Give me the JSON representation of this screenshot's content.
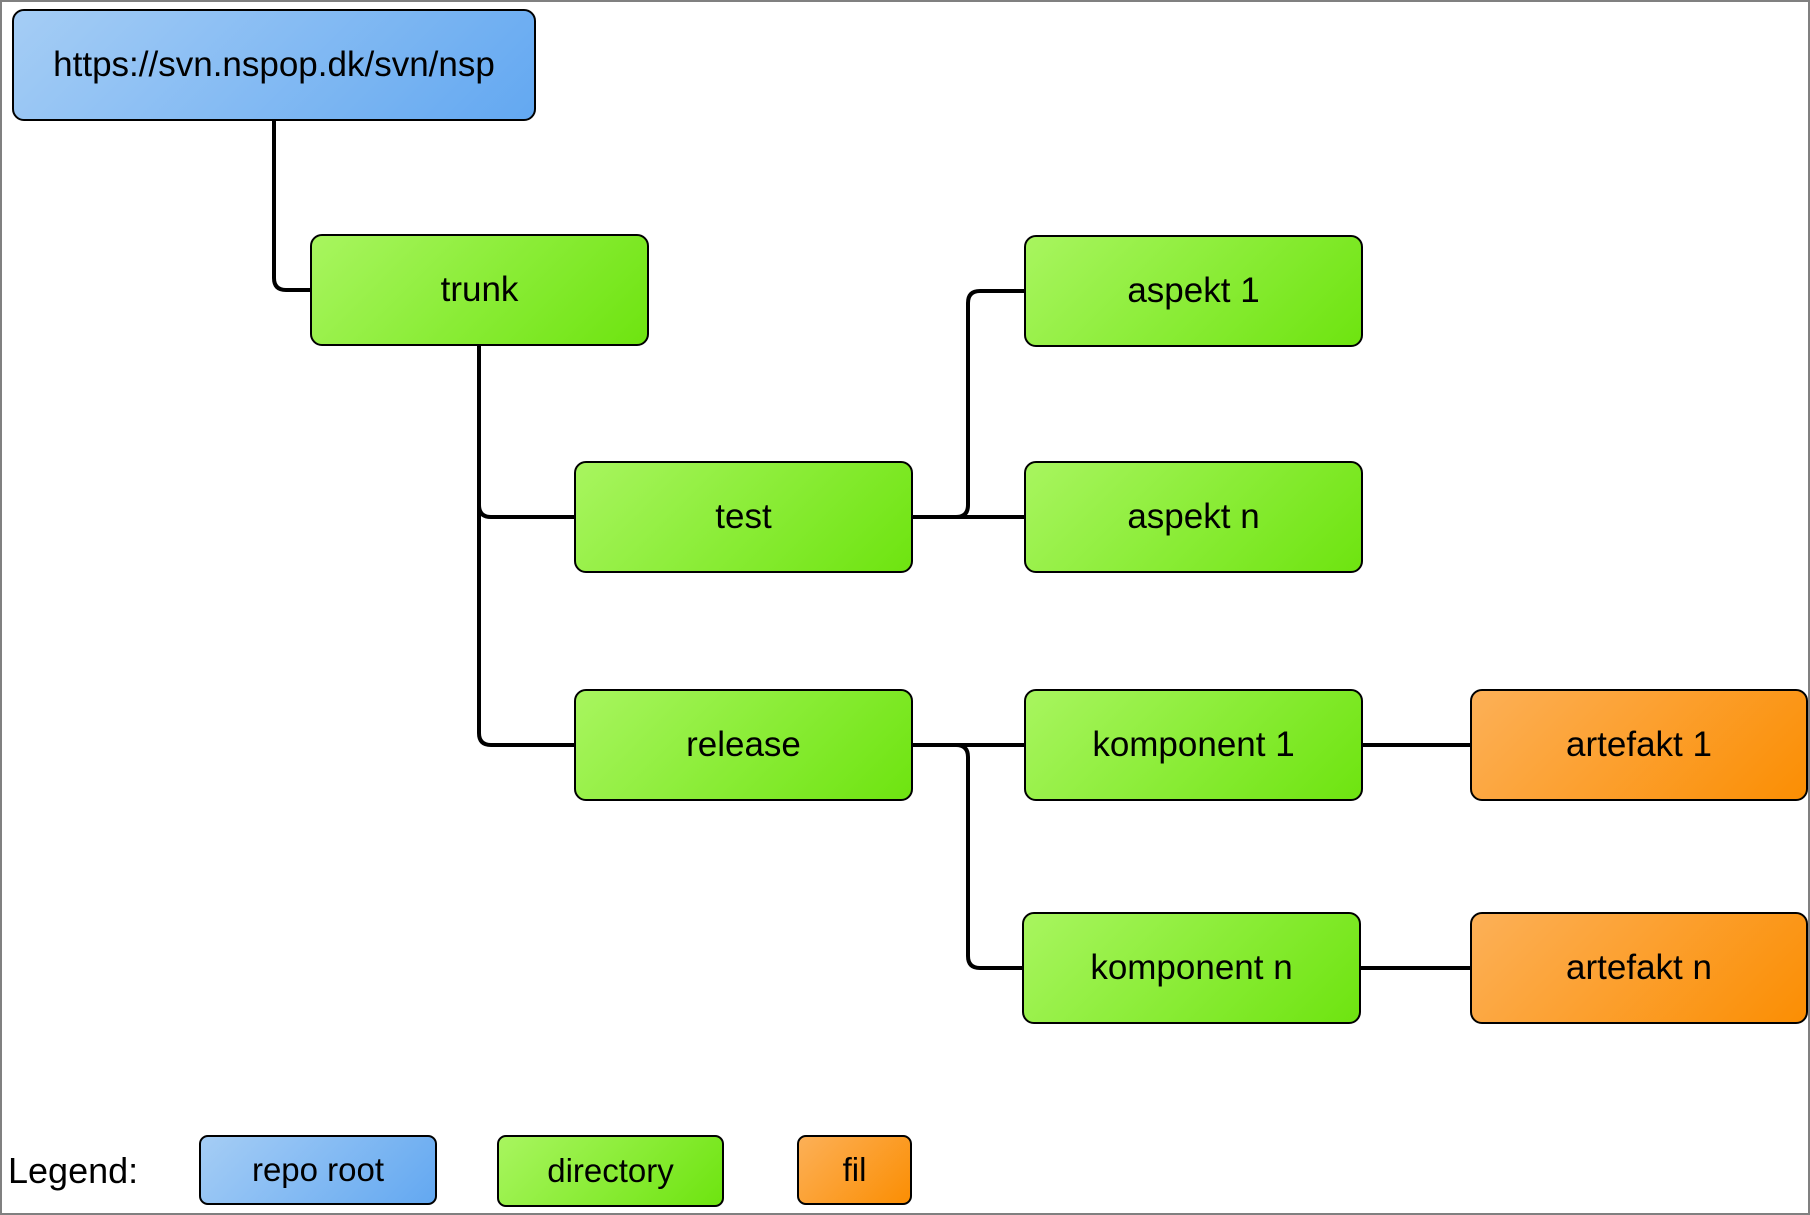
{
  "colors": {
    "repo_root_start": "#a5cdf5",
    "repo_root_end": "#63a8f1",
    "directory_start": "#a8f55f",
    "directory_end": "#6ee410",
    "fil_start": "#fcb057",
    "fil_end": "#fb8e03",
    "node_border": "#000000",
    "connector": "#000000",
    "page_border": "#808080"
  },
  "nodes": {
    "repo_root": {
      "label": "https://svn.nspop.dk/svn/nsp",
      "type": "repo root"
    },
    "trunk": {
      "label": "trunk",
      "type": "directory"
    },
    "test": {
      "label": "test",
      "type": "directory"
    },
    "aspekt_1": {
      "label": "aspekt 1",
      "type": "directory"
    },
    "aspekt_n": {
      "label": "aspekt n",
      "type": "directory"
    },
    "release": {
      "label": "release",
      "type": "directory"
    },
    "komponent_1": {
      "label": "komponent 1",
      "type": "directory"
    },
    "komponent_n": {
      "label": "komponent n",
      "type": "directory"
    },
    "artefakt_1": {
      "label": "artefakt 1",
      "type": "fil"
    },
    "artefakt_n": {
      "label": "artefakt n",
      "type": "fil"
    }
  },
  "legend": {
    "title": "Legend:",
    "items": [
      {
        "label": "repo root",
        "type": "repo root"
      },
      {
        "label": "directory",
        "type": "directory"
      },
      {
        "label": "fil",
        "type": "fil"
      }
    ]
  }
}
